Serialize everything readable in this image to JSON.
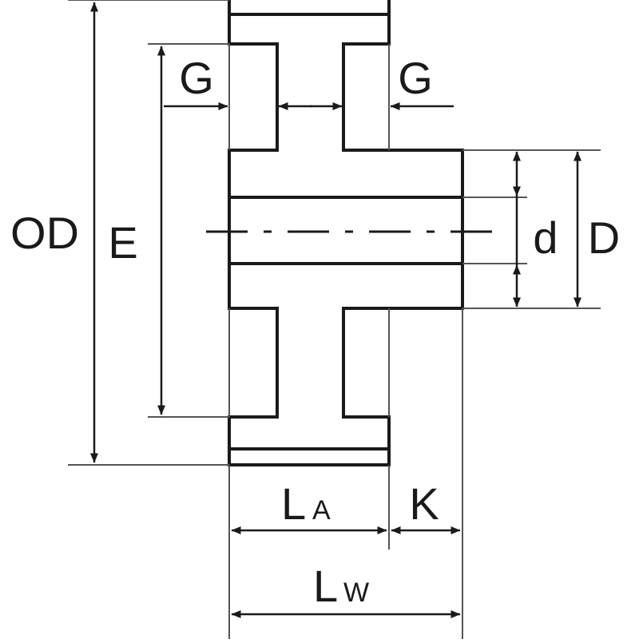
{
  "diagram": {
    "colors": {
      "stroke": "#1a1a1a",
      "extension": "#555555",
      "background": "#ffffff"
    },
    "labels": {
      "od": "OD",
      "e": "E",
      "g_left": "G",
      "g_right": "G",
      "d_small": "d",
      "d_large": "D",
      "la_main": "L",
      "la_sub": "A",
      "k": "K",
      "lw_main": "L",
      "lw_sub": "W"
    }
  }
}
